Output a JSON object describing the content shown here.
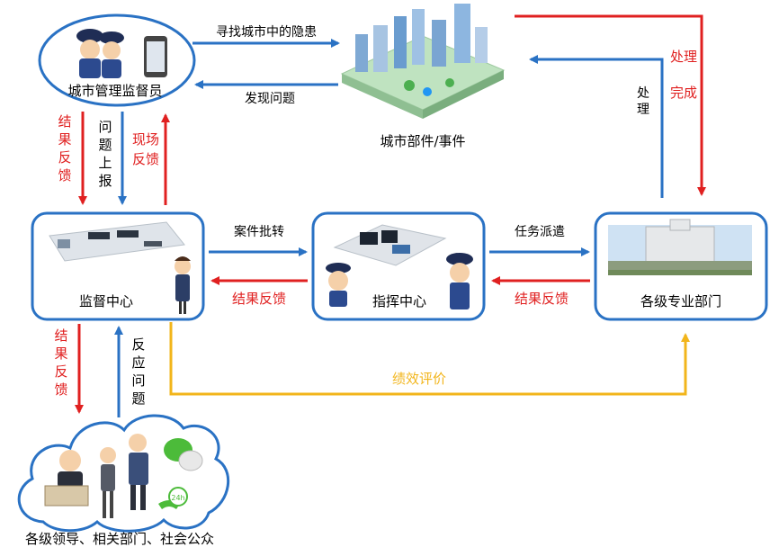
{
  "nodes": {
    "inspector": "城市管理监督员",
    "city_events": "城市部件/事件",
    "supervision": "监督中心",
    "command": "指挥中心",
    "departments": "各级专业部门",
    "public": "各级领导、相关部门、社会公众"
  },
  "edges": {
    "find_hazards": "寻找城市中的隐患",
    "discover_problems": "发现问题",
    "process_1": "处",
    "process_2": "理",
    "done_1": "处理",
    "done_2": "完成",
    "result_fb_1": "结",
    "result_fb_2": "果",
    "result_fb_3": "反",
    "result_fb_4": "馈",
    "report_1": "问",
    "report_2": "题",
    "report_3": "上",
    "report_4": "报",
    "field_fb_1": "现场",
    "field_fb_2": "反馈",
    "case_transfer": "案件批转",
    "dispatch": "任务派遣",
    "result_fb_h1": "结果反馈",
    "result_fb_h2": "结果反馈",
    "reflect_1": "反",
    "reflect_2": "应",
    "reflect_3": "问",
    "reflect_4": "题",
    "performance": "绩效评价",
    "icon_24h": "24h"
  },
  "colors": {
    "blue": "#2a72c4",
    "red": "#e02020",
    "yellow": "#f2b51b",
    "box_border": "#2a72c4"
  }
}
